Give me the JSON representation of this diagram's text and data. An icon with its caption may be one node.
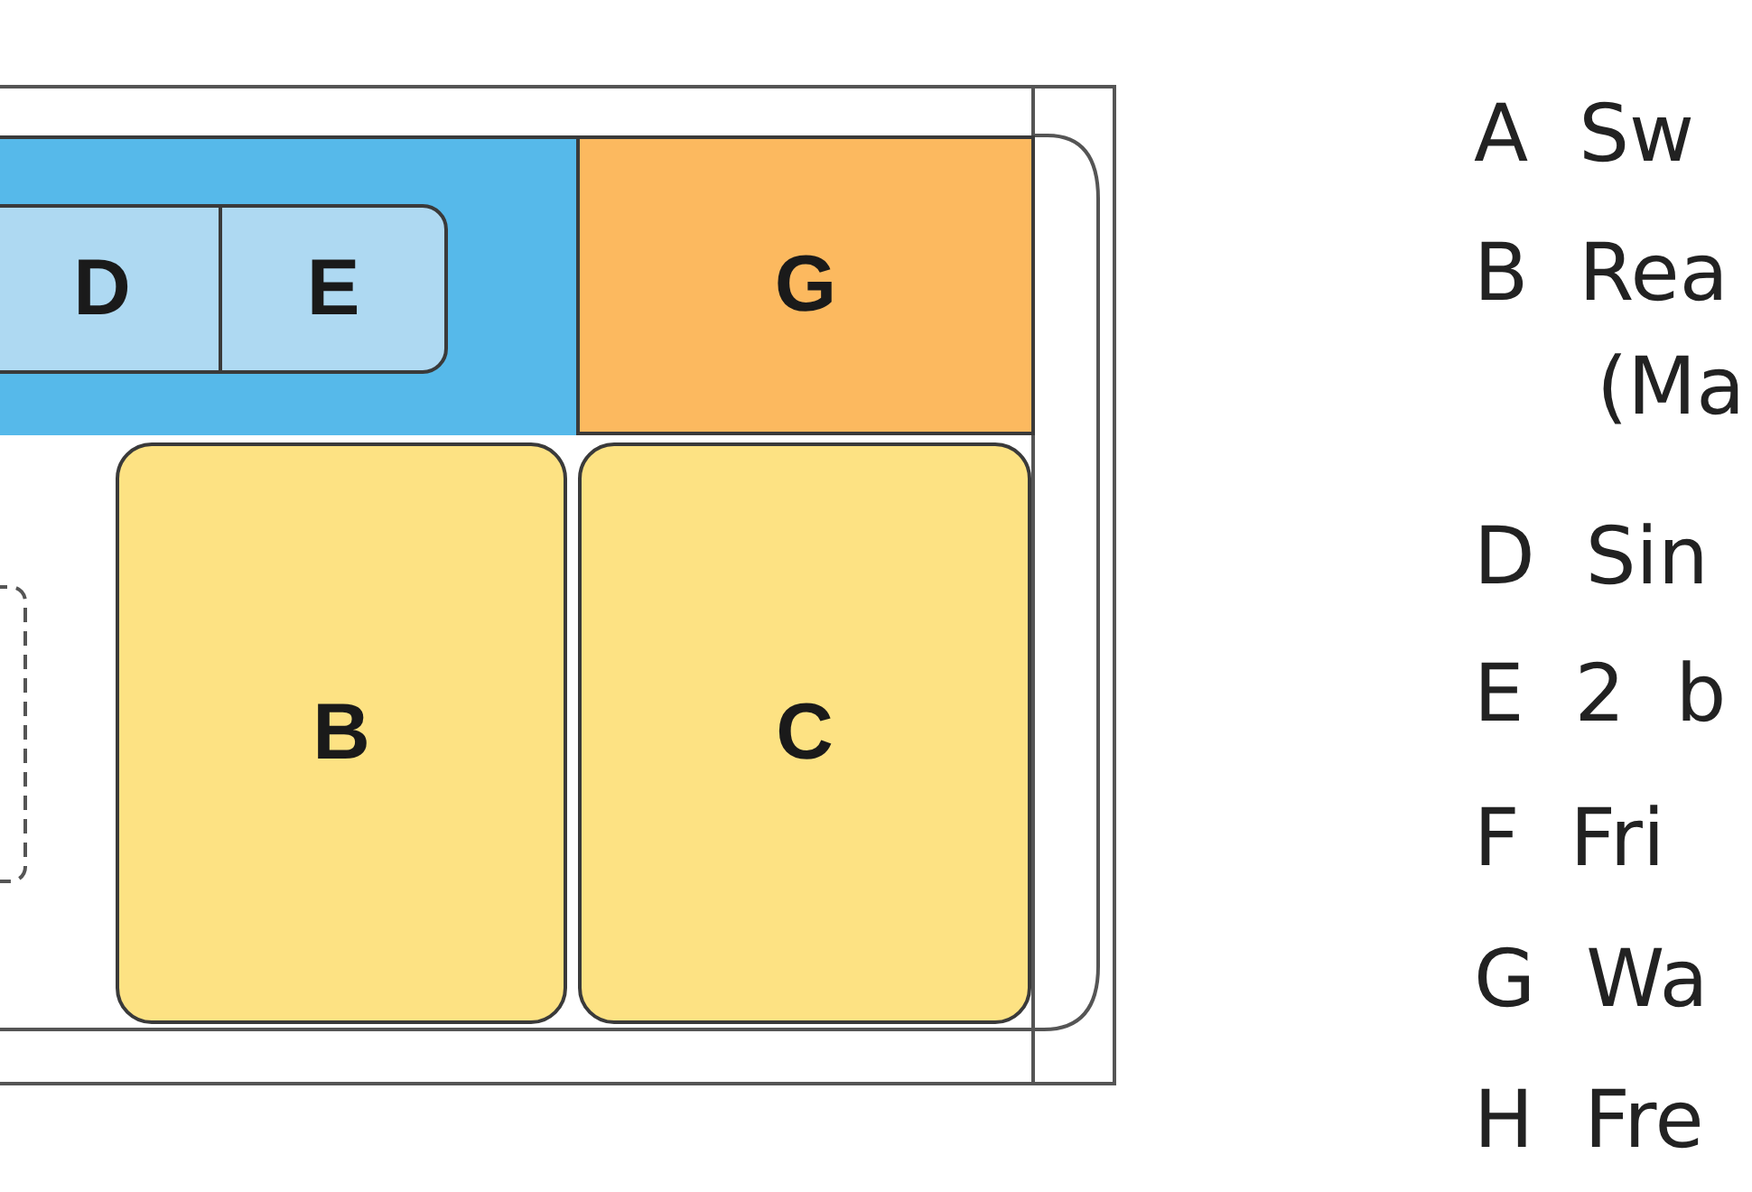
{
  "diagram": {
    "nodes": [
      {
        "text": [],
        "shape": "box"
      },
      {
        "text": [
          "D"
        ],
        "in": 0
      },
      {
        "text": [
          "E"
        ],
        "in": 0
      },
      {
        "text": [
          "G"
        ]
      },
      {
        "text": [
          "B"
        ]
      },
      {
        "text": [
          "C"
        ]
      }
    ],
    "edges": [],
    "labels": [
      "A Sw",
      "B Rea",
      "(Ma",
      "D Sin",
      "E 2 b",
      "F Fri",
      "G Wa",
      "H Fre"
    ]
  }
}
